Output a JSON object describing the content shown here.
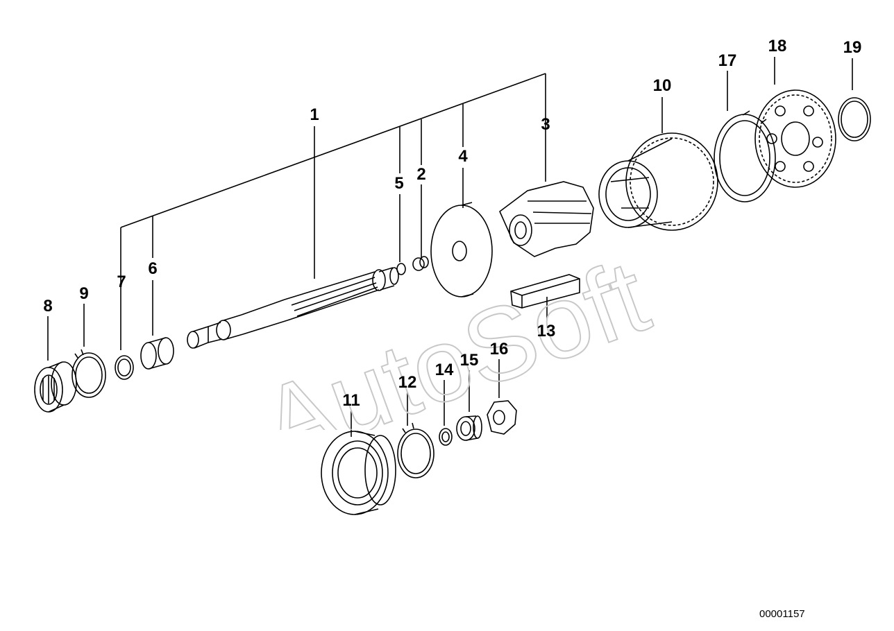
{
  "callouts": {
    "p1": "1",
    "p2": "2",
    "p3": "3",
    "p4": "4",
    "p5": "5",
    "p6": "6",
    "p7": "7",
    "p8": "8",
    "p9": "9",
    "p10": "10",
    "p11": "11",
    "p12": "12",
    "p13": "13",
    "p14": "14",
    "p15": "15",
    "p16": "16",
    "p17": "17",
    "p18": "18",
    "p19": "19"
  },
  "catalog_number": "00001157",
  "watermark": "AutoSoft",
  "colors": {
    "line": "#000000",
    "background": "#ffffff",
    "watermark_outline": "#c8c8c8"
  }
}
